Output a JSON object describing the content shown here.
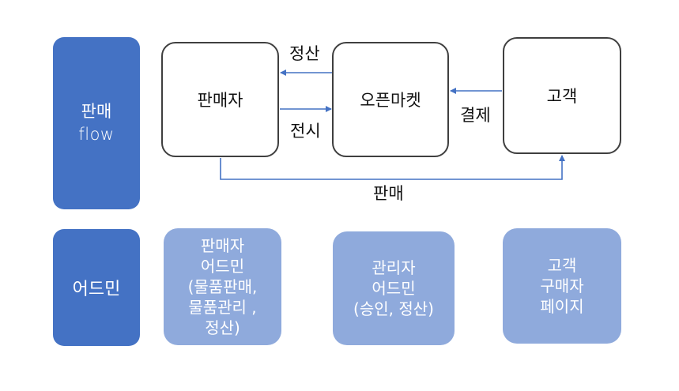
{
  "rows": {
    "flow_label": "판매",
    "flow_sub": "flow",
    "admin_label": "어드민"
  },
  "nodes": {
    "seller": "판매자",
    "market": "오픈마켓",
    "customer": "고객"
  },
  "edges": {
    "settlement": "정산",
    "display": "전시",
    "payment": "결제",
    "sale": "판매"
  },
  "pages": {
    "seller_admin": "판매자\n어드민\n(물품판매,\n물품관리 ,\n정산)",
    "admin": "관리자\n어드민\n(승인, 정산)",
    "customer_page": "고객\n구매자\n페이지"
  },
  "colors": {
    "row_header": "#4472c4",
    "page_box": "#8faadc",
    "arrow": "#4472c4",
    "node_border": "#3f3f3f"
  }
}
